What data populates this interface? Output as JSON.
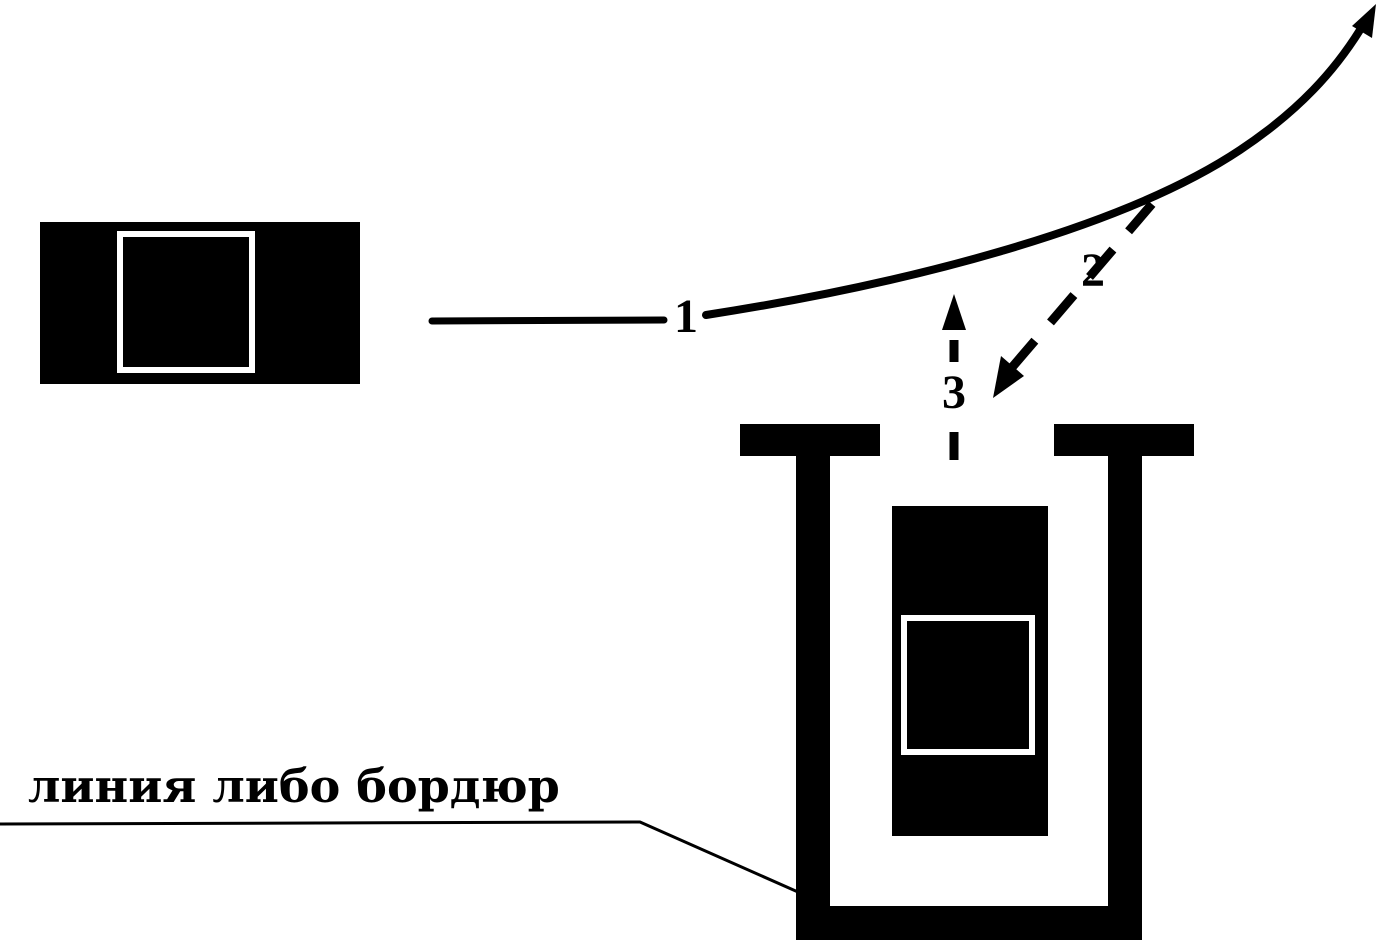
{
  "caption": "линия либо бордюр",
  "route_labels": {
    "path1": "1",
    "path2": "2",
    "path3": "3"
  },
  "colors": {
    "ink": "#000000",
    "background": "#ffffff",
    "inner_frame": "#ffffff"
  }
}
